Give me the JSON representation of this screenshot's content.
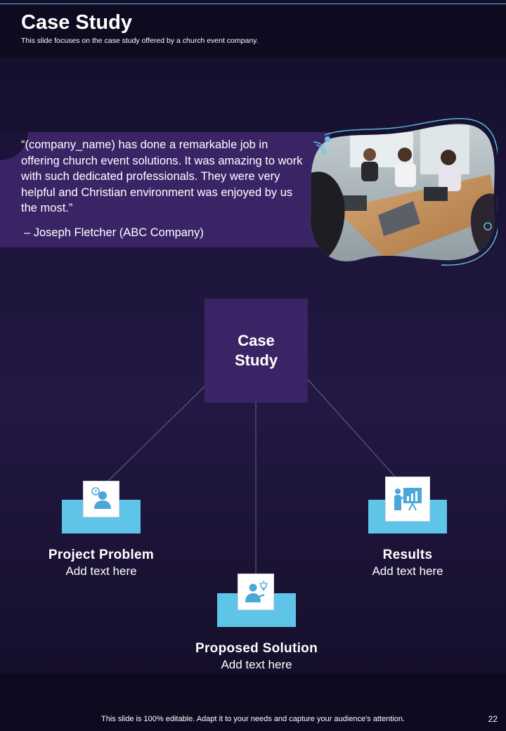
{
  "header": {
    "title": "Case Study",
    "subtitle": "This slide focuses on the case study offered by a church event company."
  },
  "testimonial": {
    "quote": "“(company_name) has done a remarkable job in offering church event solutions. It was amazing to work with such dedicated professionals. They were very helpful and Christian environment was enjoyed by us the most.”",
    "author": "– Joseph Fletcher (ABC Company)"
  },
  "diagram": {
    "center_label": "Case\nStudy",
    "nodes": [
      {
        "title": "Project  Problem",
        "text": "Add text here",
        "icon": "person-question-icon"
      },
      {
        "title": "Proposed  Solution",
        "text": "Add text here",
        "icon": "person-idea-icon"
      },
      {
        "title": "Results",
        "text": "Add text here",
        "icon": "presentation-chart-icon"
      }
    ]
  },
  "footer": {
    "note": "This slide is 100% editable. Adapt it to your needs and capture your audience's attention.",
    "page_number": "22"
  },
  "colors": {
    "background": "#1c1438",
    "panel": "#3b2466",
    "accent": "#5ec4e8"
  }
}
